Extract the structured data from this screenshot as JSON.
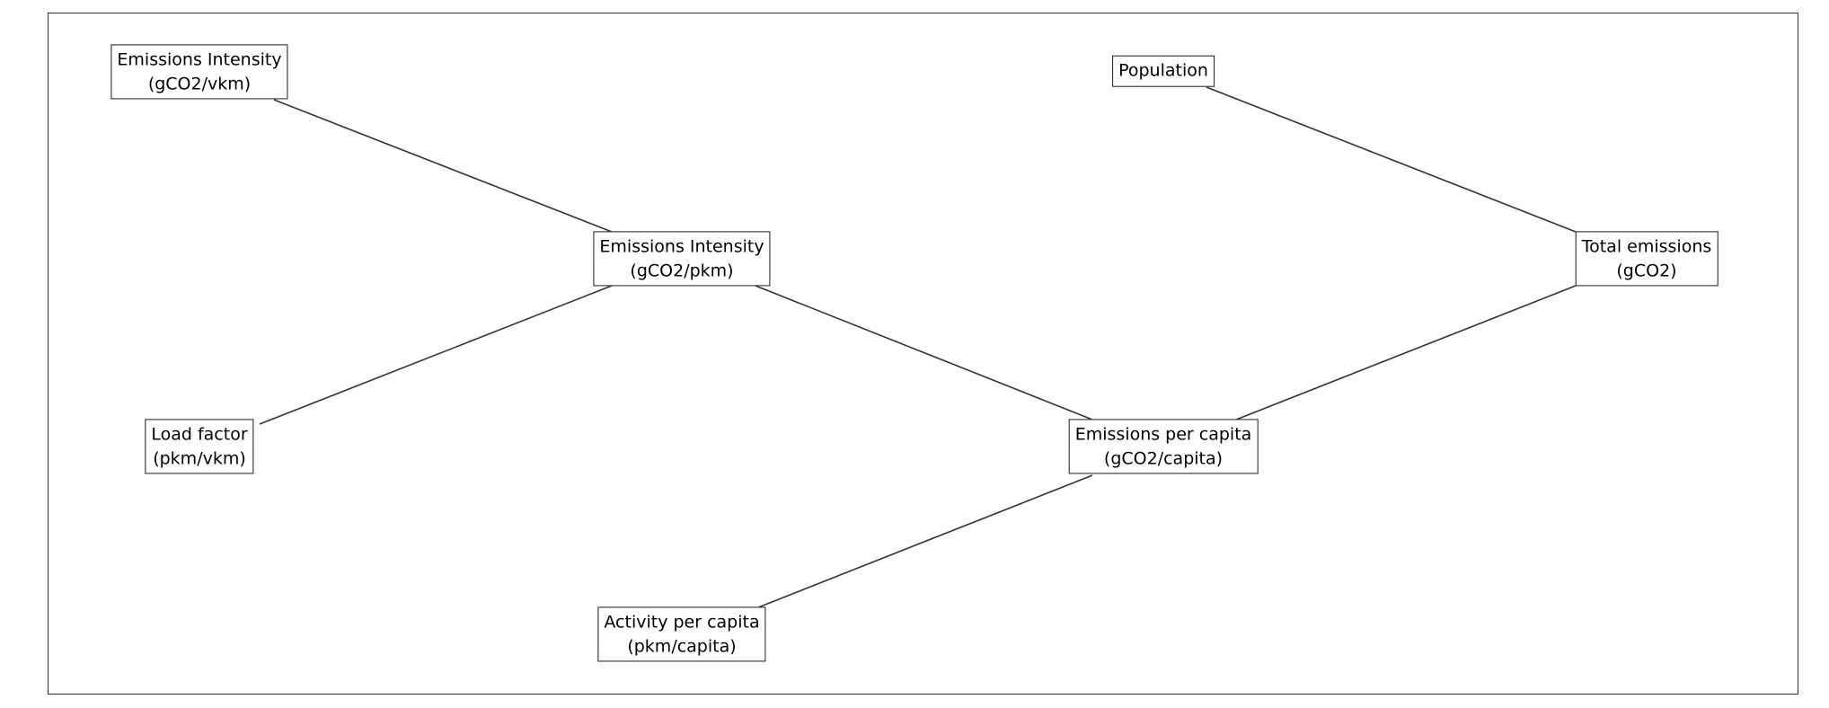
{
  "diagram": {
    "colors": {
      "edge": "#333333",
      "node_border": "#1a1a1a",
      "text": "#000000"
    },
    "nodes": [
      {
        "id": "ei_vkm",
        "line1": "Emissions Intensity",
        "line2": "(gCO2/vkm)"
      },
      {
        "id": "ei_pkm",
        "line1": "Emissions Intensity",
        "line2": "(gCO2/pkm)"
      },
      {
        "id": "load",
        "line1": "Load factor",
        "line2": "(pkm/vkm)"
      },
      {
        "id": "population",
        "line1": "Population",
        "line2": ""
      },
      {
        "id": "total",
        "line1": "Total emissions",
        "line2": "(gCO2)"
      },
      {
        "id": "epc",
        "line1": "Emissions per capita",
        "line2": "(gCO2/capita)"
      },
      {
        "id": "activity",
        "line1": "Activity per capita",
        "line2": "(pkm/capita)"
      }
    ],
    "edges": [
      {
        "from": "ei_vkm",
        "to": "ei_pkm"
      },
      {
        "from": "load",
        "to": "ei_pkm"
      },
      {
        "from": "ei_pkm",
        "to": "epc"
      },
      {
        "from": "activity",
        "to": "epc"
      },
      {
        "from": "population",
        "to": "total"
      },
      {
        "from": "epc",
        "to": "total"
      }
    ]
  }
}
